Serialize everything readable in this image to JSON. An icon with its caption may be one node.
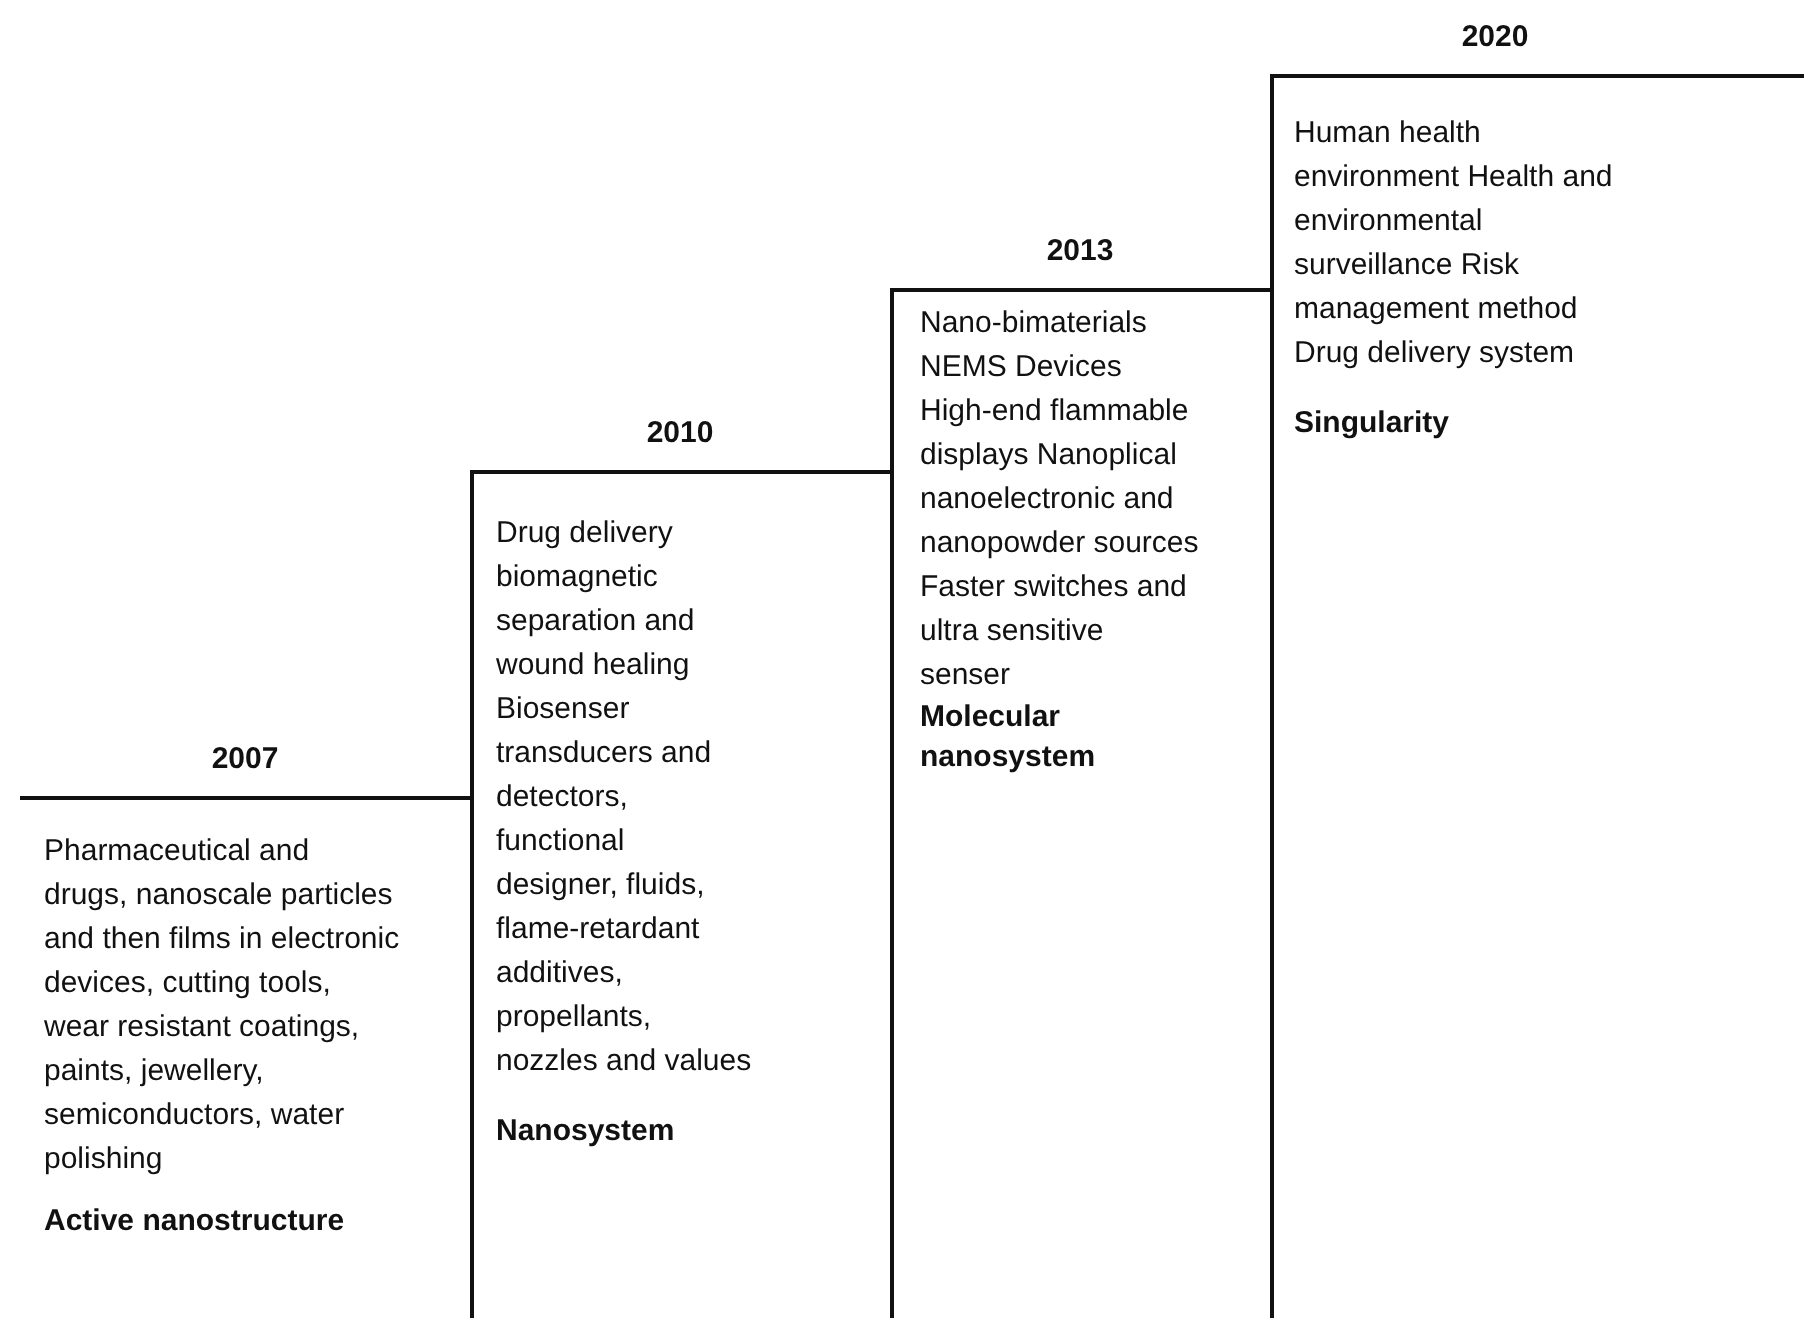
{
  "diagram": {
    "nodes": [
      {
        "text": [
          "2007",
          "Pharmaceutical and drugs, nanoscale particles and then films in electronic devices, cutting tools, wear resistant coatings, paints, jewellery, semiconductors, water polishing",
          "Active nanostructure"
        ]
      },
      {
        "text": [
          "2010",
          "Drug delivery biomagnetic separation and wound healing Biosenser transducers and detectors, functional designer, fluids, flame-retardant additives, propellants, nozzles and values",
          "Nanosystem"
        ]
      },
      {
        "text": [
          "2013",
          "Nano-bimaterials NEMS Devices High-end flammable displays Nanoplical nanoelectronic and nanopowder sources Faster switches and ultra sensitive senser",
          "Molecular nanosystem"
        ]
      },
      {
        "text": [
          "2020",
          "Human health environment Health and environmental surveillance Risk management method Drug delivery system",
          "Singularity"
        ]
      }
    ]
  }
}
